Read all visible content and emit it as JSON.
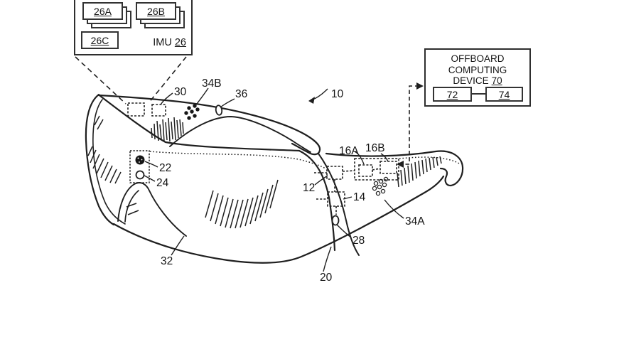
{
  "figure": {
    "background_color": "#ffffff",
    "ink_color": "#1f1f1f"
  },
  "imu_callout": {
    "name_label": "IMU",
    "number": "26",
    "stack_a_label": "26A",
    "stack_b_label": "26B",
    "box_c_label": "26C"
  },
  "offboard_callout": {
    "title_line1": "OFFBOARD COMPUTING",
    "device_label": "DEVICE",
    "device_number": "70",
    "module_left_label": "72",
    "module_right_label": "74"
  },
  "reference_numerals": {
    "r10": "10",
    "r12": "12",
    "r14": "14",
    "r16A": "16A",
    "r16B": "16B",
    "r20": "20",
    "r22": "22",
    "r24": "24",
    "r28": "28",
    "r30": "30",
    "r32": "32",
    "r34A": "34A",
    "r34B": "34B",
    "r36": "36"
  }
}
